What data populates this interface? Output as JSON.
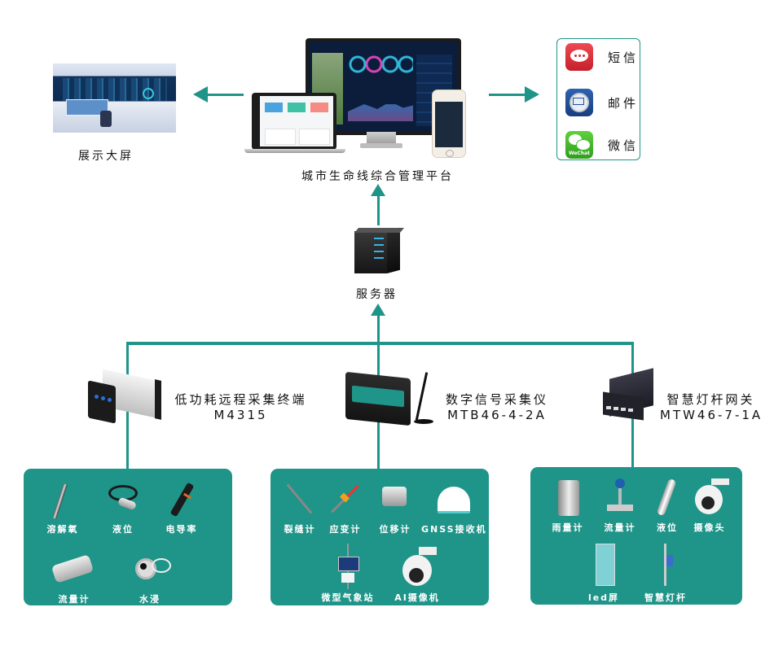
{
  "colors": {
    "accent": "#1f9488",
    "panel": "#1f9488",
    "text": "#111111",
    "panel_text": "#ffffff"
  },
  "display_screen": {
    "label": "展示大屏",
    "icon": "control-room-video-wall-image"
  },
  "platform": {
    "label": "城市生命线综合管理平台",
    "icon": "multi-device-dashboard-image"
  },
  "notifications": {
    "items": [
      {
        "label": "短信",
        "icon": "sms-icon",
        "color": "#e0303a"
      },
      {
        "label": "邮件",
        "icon": "mail-icon",
        "color": "#1f4f9a"
      },
      {
        "label": "微信",
        "icon": "wechat-icon",
        "color": "#3fbf2b",
        "badge": "WeChat"
      }
    ]
  },
  "server": {
    "label": "服务器",
    "icon": "server-icon"
  },
  "devices": [
    {
      "name": "低功耗远程采集终端",
      "model": "M4315",
      "icon": "data-collection-terminal-image"
    },
    {
      "name": "数字信号采集仪",
      "model": "MTB46-4-2A",
      "icon": "signal-collector-image"
    },
    {
      "name": "智慧灯杆网关",
      "model": "MTW46-7-1A",
      "icon": "gateway-image"
    }
  ],
  "sensor_groups": [
    {
      "items": [
        {
          "label": "溶解氧",
          "icon": "dissolved-oxygen-sensor-image"
        },
        {
          "label": "液位",
          "icon": "level-sensor-image"
        },
        {
          "label": "电导率",
          "icon": "conductivity-sensor-image"
        },
        {
          "label": "流量计",
          "icon": "flowmeter-image"
        },
        {
          "label": "水浸",
          "icon": "water-immersion-sensor-image"
        }
      ]
    },
    {
      "items": [
        {
          "label": "裂缝计",
          "icon": "crack-meter-image"
        },
        {
          "label": "应变计",
          "icon": "strain-gauge-image"
        },
        {
          "label": "位移计",
          "icon": "displacement-meter-image"
        },
        {
          "label": "GNSS接收机",
          "icon": "gnss-receiver-image"
        },
        {
          "label": "微型气象站",
          "icon": "weather-station-image"
        },
        {
          "label": "AI摄像机",
          "icon": "ai-camera-image"
        }
      ]
    },
    {
      "items": [
        {
          "label": "雨量计",
          "icon": "rain-gauge-image"
        },
        {
          "label": "流量计",
          "icon": "flowmeter-image"
        },
        {
          "label": "液位",
          "icon": "level-sensor-image"
        },
        {
          "label": "摄像头",
          "icon": "camera-image"
        },
        {
          "label": "led屏",
          "icon": "led-screen-image"
        },
        {
          "label": "智慧灯杆",
          "icon": "smart-pole-image"
        }
      ]
    }
  ]
}
